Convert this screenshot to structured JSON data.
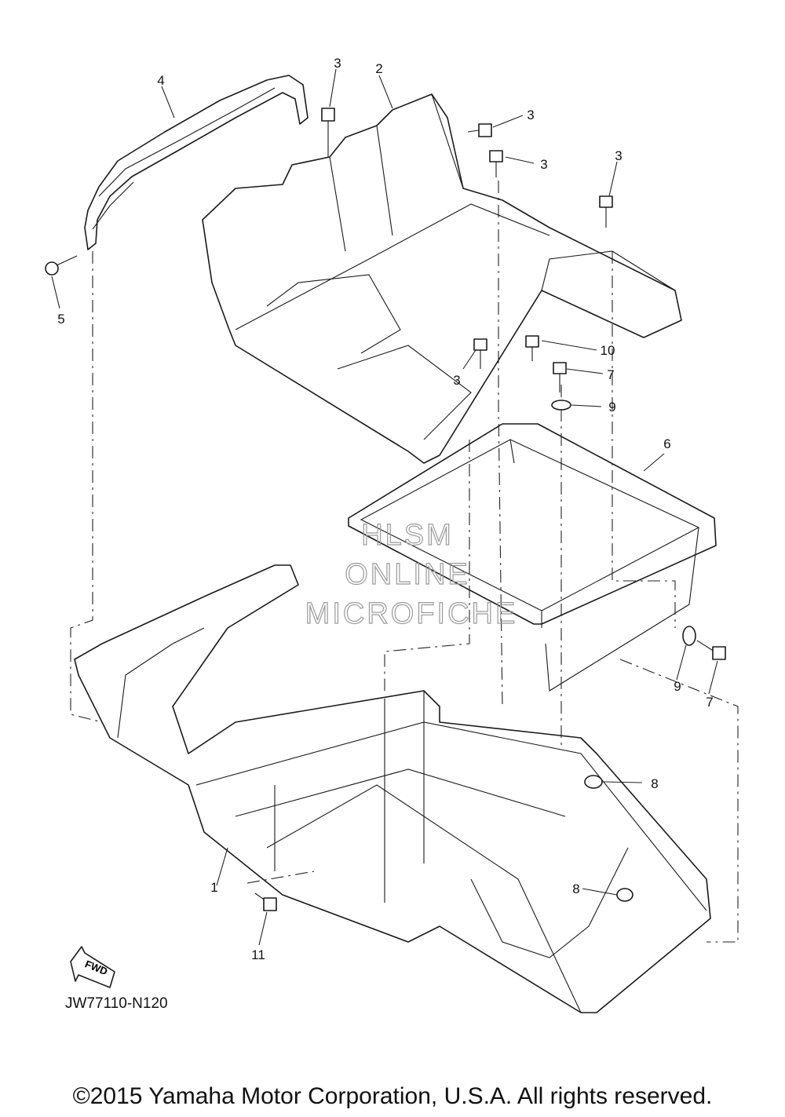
{
  "callouts": [
    {
      "id": "c1",
      "label": "1"
    },
    {
      "id": "c2",
      "label": "2"
    },
    {
      "id": "c3a",
      "label": "3"
    },
    {
      "id": "c3b",
      "label": "3"
    },
    {
      "id": "c3c",
      "label": "3"
    },
    {
      "id": "c3d",
      "label": "3"
    },
    {
      "id": "c3e",
      "label": "3"
    },
    {
      "id": "c4",
      "label": "4"
    },
    {
      "id": "c5",
      "label": "5"
    },
    {
      "id": "c6",
      "label": "6"
    },
    {
      "id": "c7a",
      "label": "7"
    },
    {
      "id": "c7b",
      "label": "7"
    },
    {
      "id": "c8a",
      "label": "8"
    },
    {
      "id": "c8b",
      "label": "8"
    },
    {
      "id": "c9a",
      "label": "9"
    },
    {
      "id": "c9b",
      "label": "9"
    },
    {
      "id": "c10",
      "label": "10"
    },
    {
      "id": "c11",
      "label": "11"
    }
  ],
  "fwd_label": "FWD",
  "drawing_code": "JW77110-N120",
  "watermark": [
    "HLSM",
    "ONLINE",
    "MICROFICHE"
  ],
  "copyright": "©2015 Yamaha Motor Corporation, U.S.A. All rights reserved."
}
